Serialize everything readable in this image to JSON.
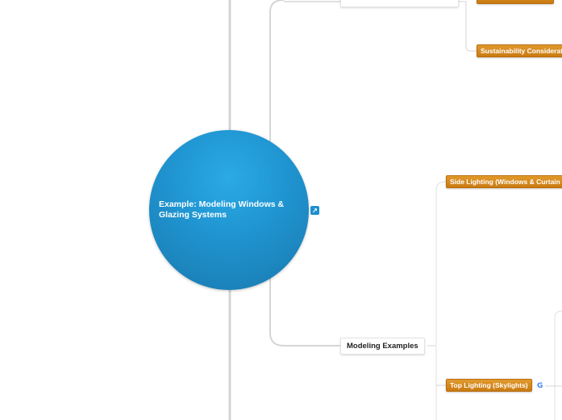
{
  "central_topic": {
    "label": "Example: Modeling Windows & Glazing Systems"
  },
  "icons": {
    "link": "link-icon",
    "g": "google-icon"
  },
  "branches": {
    "top_partial": {
      "label": ""
    },
    "modeling_examples": {
      "label": "Modeling Examples"
    }
  },
  "subtopics": {
    "top_orange_partial": {
      "label": ""
    },
    "sustainability": {
      "label": "Sustainability Considerations"
    },
    "side_lighting": {
      "label": "Side Lighting (Windows & Curtain Walls)"
    },
    "top_lighting": {
      "label": "Top Lighting (Skylights)"
    }
  },
  "colors": {
    "central_fill": "#1f93cf",
    "subtopic_fill": "#d98a1f",
    "connector": "#d0d0d0"
  }
}
